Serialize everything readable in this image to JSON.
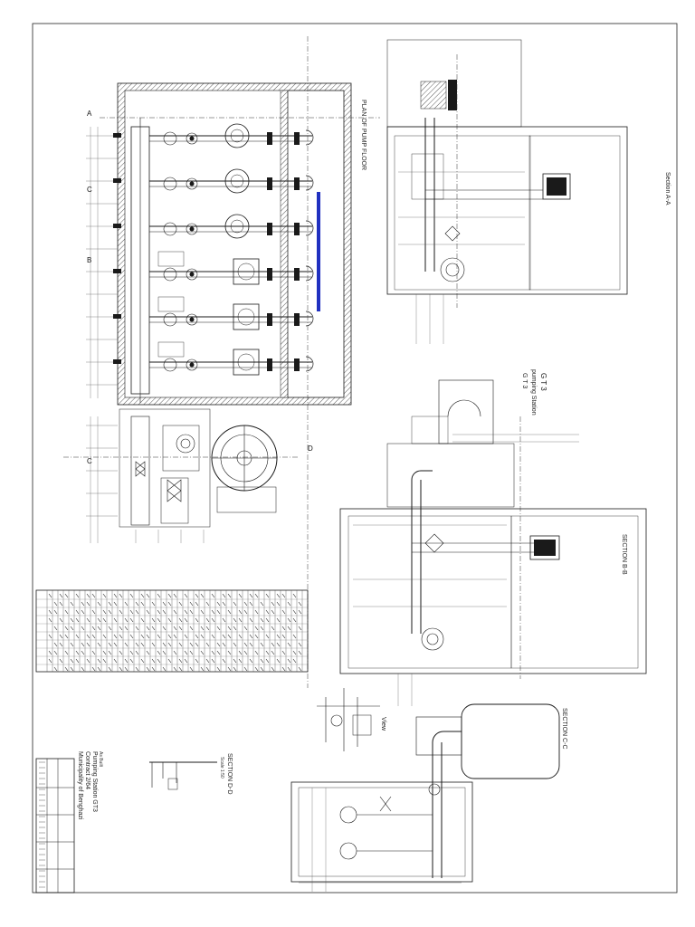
{
  "drawing": {
    "plan_title": "PLAN OF PUMP FLOOR",
    "section_aa": "Section A-A",
    "section_bb": "SECTION B-B",
    "section_cc": "SECTION C-C",
    "section_dd": "SECTION D-D",
    "section_dd_scale": "Scale 1:50",
    "view": "View",
    "station_title": "G T 3",
    "station_sub": "pumping Station",
    "station_code": "G T 3",
    "section_marks": [
      "A",
      "C",
      "B",
      "C",
      "D"
    ]
  },
  "title_block": {
    "line1": "Municipality of Benghazi",
    "line2": "Contract 2/64",
    "line3": "Pumping Station GT3",
    "line4": "As Built"
  },
  "colors": {
    "ink": "#1a1a1a",
    "accent_blue": "#2030c0",
    "paper": "#ffffff"
  }
}
